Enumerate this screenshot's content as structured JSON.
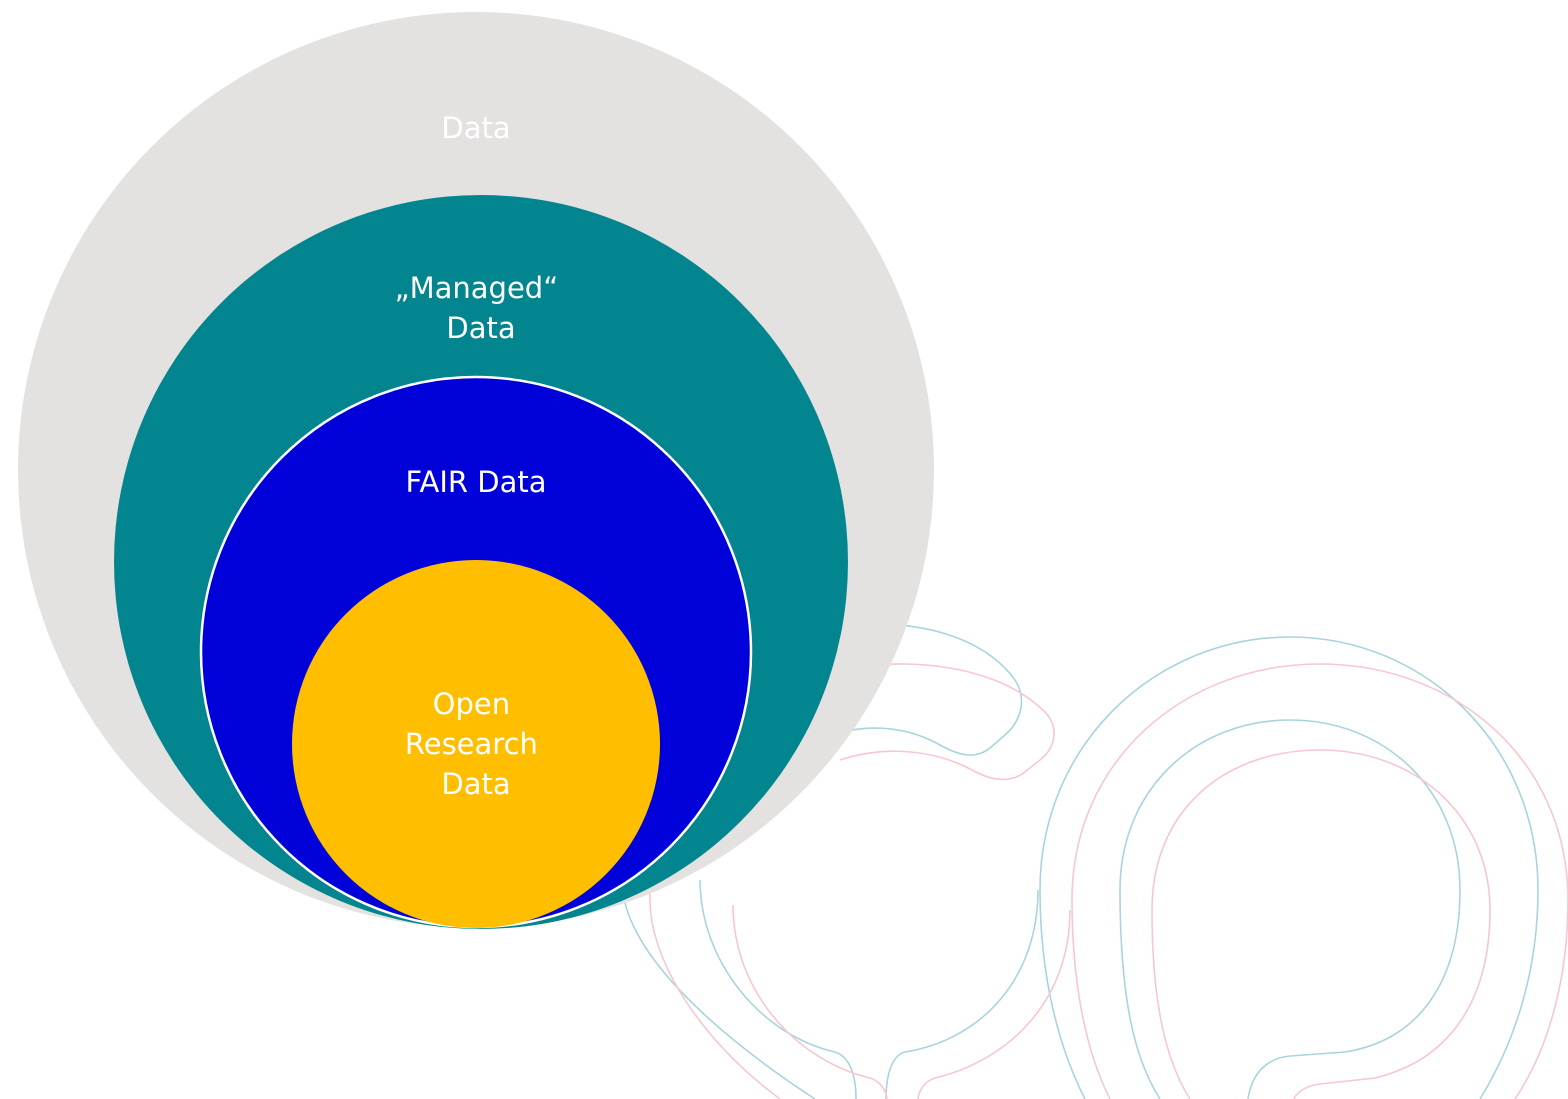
{
  "diagram": {
    "circles": [
      {
        "id": "data",
        "label_lines": [
          "Data"
        ],
        "fill": "#e3e2e0",
        "text_color": "#ffffff"
      },
      {
        "id": "managed",
        "label_lines": [
          "„Managed“",
          "Data"
        ],
        "fill": "#03858f",
        "text_color": "#ffffff"
      },
      {
        "id": "fair",
        "label_lines": [
          "FAIR Data"
        ],
        "fill": "#0000d9",
        "text_color": "#ffffff"
      },
      {
        "id": "open",
        "label_lines": [
          "Open",
          "Research",
          "Data"
        ],
        "fill": "#ffbf00",
        "text_color": "#ffffff"
      }
    ],
    "background_pattern": {
      "primary_color": "#a9d4dd",
      "secondary_color": "#f6c7d2"
    }
  }
}
